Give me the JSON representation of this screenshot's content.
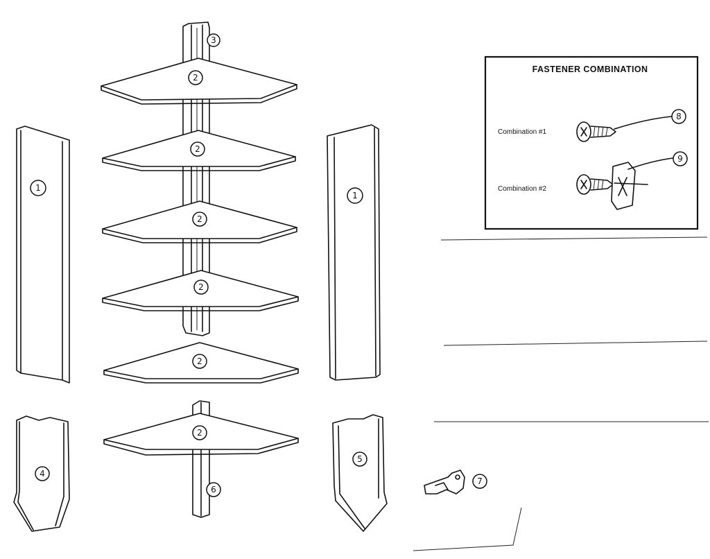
{
  "fastener_box": {
    "title": "FASTENER COMBINATION",
    "combination_1_label": "Combination #1",
    "combination_2_label": "Combination #2"
  },
  "callouts": {
    "side_panel_left": "1",
    "side_panel_right": "1",
    "shelf_1": "2",
    "shelf_2": "2",
    "shelf_3": "2",
    "shelf_4": "2",
    "shelf_5": "2",
    "shelf_6": "2",
    "upper_post": "3",
    "base_panel_left": "4",
    "base_panel_right": "5",
    "lower_post": "6",
    "clip": "7",
    "screw": "8",
    "clip_nut": "9"
  }
}
